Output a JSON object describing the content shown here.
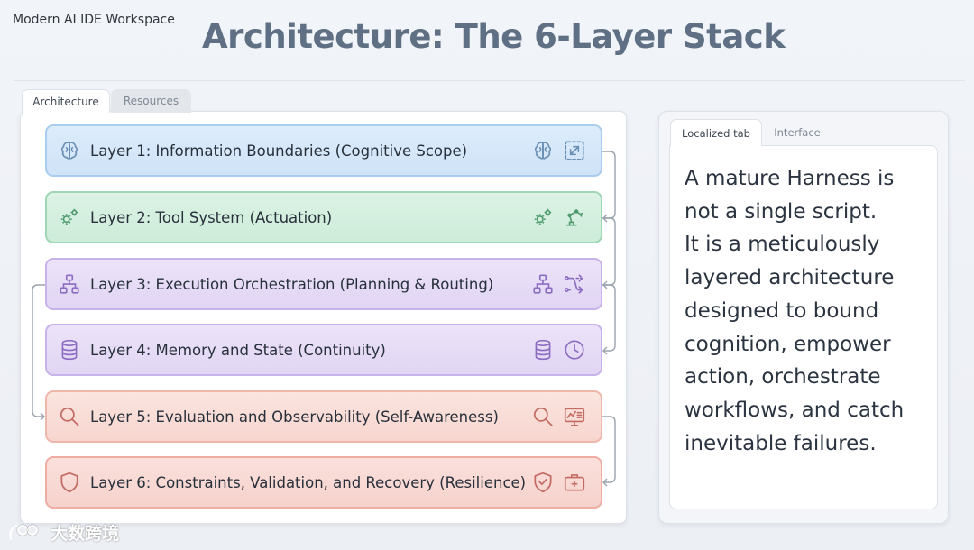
{
  "app": {
    "title": "Modern AI IDE Workspace"
  },
  "page": {
    "title": "Architecture: The 6-Layer Stack"
  },
  "left_tabs": [
    {
      "label": "Architecture",
      "active": true
    },
    {
      "label": "Resources",
      "active": false
    }
  ],
  "layers": [
    {
      "label": "Layer 1: Information Boundaries (Cognitive Scope)",
      "icons": [
        "brain-icon",
        "brain-icon",
        "expand-arrows-icon"
      ],
      "color": "#a9cdee"
    },
    {
      "label": "Layer 2: Tool System (Actuation)",
      "icons": [
        "gears-icon",
        "gears-icon",
        "robot-arm-icon"
      ],
      "color": "#9fd6b4"
    },
    {
      "label": "Layer 3: Execution Orchestration (Planning & Routing)",
      "icons": [
        "hierarchy-icon",
        "hierarchy-icon",
        "routing-icon"
      ],
      "color": "#c7b2ea"
    },
    {
      "label": "Layer 4: Memory and State (Continuity)",
      "icons": [
        "database-icon",
        "database-icon",
        "clock-icon"
      ],
      "color": "#c7b2ea"
    },
    {
      "label": "Layer 5: Evaluation and Observability (Self-Awareness)",
      "icons": [
        "magnifier-icon",
        "magnifier-icon",
        "monitor-chart-icon"
      ],
      "color": "#eeb7ac"
    },
    {
      "label": "Layer 6: Constraints, Validation, and Recovery (Resilience)",
      "icons": [
        "shield-icon",
        "shield-check-icon",
        "medkit-icon"
      ],
      "color": "#eeaca3"
    }
  ],
  "right_tabs": [
    {
      "label": "Localized tab",
      "active": true
    },
    {
      "label": "Interface",
      "active": false
    }
  ],
  "right_body": {
    "line1": "A mature Harness is not a single script.",
    "line2": "It is a meticulously layered architecture designed to bound cognition, empower action, orchestrate workflows, and catch inevitable failures."
  },
  "watermark": {
    "text": "大数跨境"
  }
}
